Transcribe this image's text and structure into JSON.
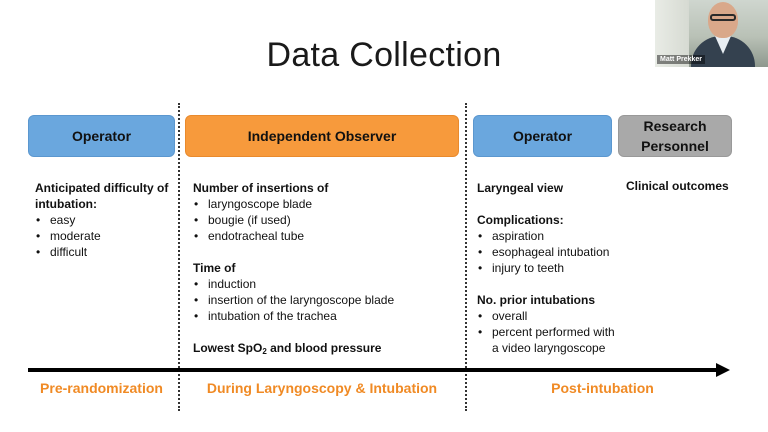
{
  "slide": {
    "title": "Data Collection"
  },
  "webcam": {
    "name": "Matt Prekker"
  },
  "boxes": {
    "operator_pre": "Operator",
    "observer": "Independent Observer",
    "operator_post": "Operator",
    "research_line1": "Research",
    "research_line2": "Personnel"
  },
  "col_pre": {
    "heading_line1": "Anticipated difficulty of",
    "heading_line2": "intubation:",
    "items": [
      "easy",
      "moderate",
      "difficult"
    ]
  },
  "col_during": {
    "heading1": "Number of insertions of",
    "items1": [
      "laryngoscope blade",
      "bougie (if used)",
      "endotracheal tube"
    ],
    "heading2": "Time of",
    "items2": [
      "induction",
      "insertion of the laryngoscope blade",
      "intubation of the trachea"
    ],
    "lowest_prefix": "Lowest SpO",
    "lowest_sub": "2",
    "lowest_suffix": " and blood pressure"
  },
  "col_post": {
    "heading1": "Laryngeal view",
    "heading2": "Complications:",
    "items2": [
      "aspiration",
      "esophageal intubation",
      "injury to teeth"
    ],
    "heading3": "No. prior intubations",
    "items3": [
      "overall",
      "percent performed with",
      "a video laryngoscope"
    ]
  },
  "col_research": {
    "heading": "Clinical outcomes"
  },
  "phases": {
    "pre": "Pre-randomization",
    "during": "During Laryngoscopy & Intubation",
    "post": "Post-intubation"
  },
  "colors": {
    "blue": "#6aa7de",
    "orange": "#f79a3c",
    "gray": "#a9a9a9",
    "phase_text": "#f08a24"
  }
}
